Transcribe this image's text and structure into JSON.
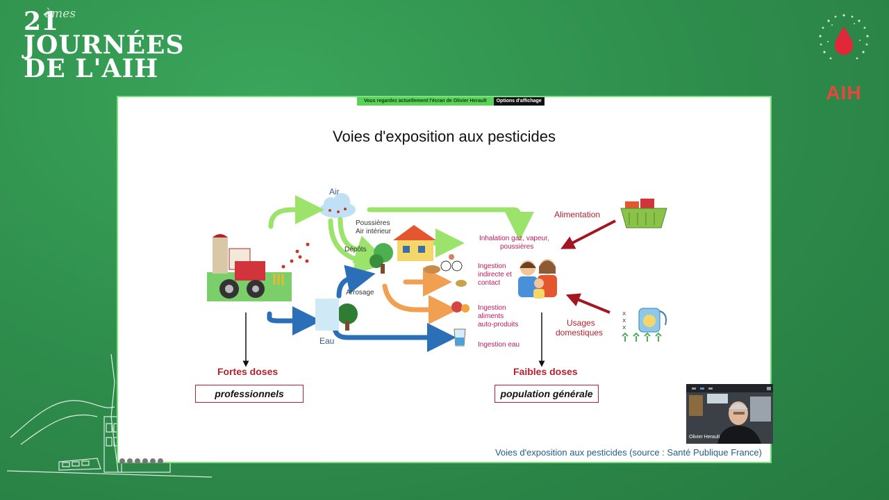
{
  "branding": {
    "number": "21",
    "superscript": "èmes",
    "line1": "JOURNÉES",
    "line2": "DE L'AIH",
    "logo_text": "AIH"
  },
  "screen_share": {
    "banner": "Vous regardez actuellement l'écran de  Olivier Herault",
    "options": "Options d'affichage"
  },
  "slide": {
    "title": "Voies d'exposition aux pesticides",
    "labels": {
      "air": "Air",
      "poussieres": "Poussières",
      "air_interieur": "Air intérieur",
      "depots": "Dépôts",
      "arrosage": "Arrosage",
      "eau": "Eau",
      "inhalation1": "Inhalation gaz, vapeur,",
      "inhalation2": "poussières",
      "ingestion_contact1": "Ingestion",
      "ingestion_contact2": "indirecte et",
      "ingestion_contact3": "contact",
      "ingestion_aliments1": "Ingestion",
      "ingestion_aliments2": "aliments",
      "ingestion_aliments3": "auto-produits",
      "ingestion_eau": "Ingestion eau",
      "alimentation": "Alimentation",
      "usages1": "Usages",
      "usages2": "domestiques"
    },
    "fortes_doses": "Fortes doses",
    "professionnels": "professionnels",
    "faibles_doses": "Faibles doses",
    "population": "population générale",
    "caption": "Voies d'exposition aux pesticides (source : Santé Publique France)"
  },
  "webcam": {
    "participant": "Olivier Herault"
  },
  "colors": {
    "background": "#2f8f4d",
    "accent_red": "#b5202e",
    "arrow_green": "#9be36b",
    "arrow_blue": "#2a6fb8",
    "arrow_orange": "#f0a050",
    "arrow_darkred": "#a4161f"
  }
}
